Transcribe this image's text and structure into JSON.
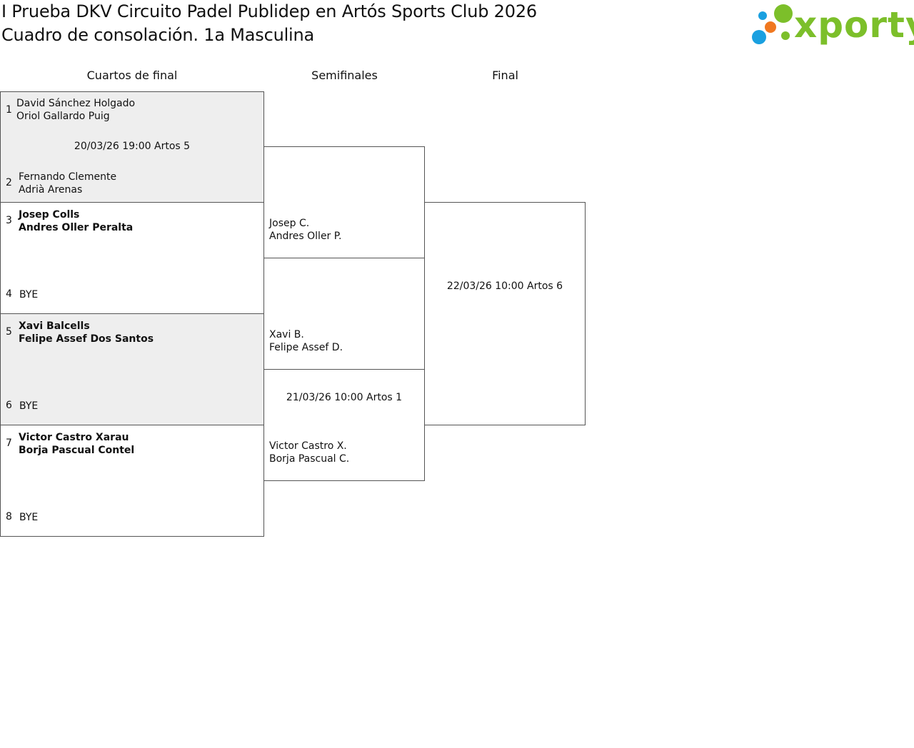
{
  "header": {
    "title_line1": "I Prueba DKV Circuito Padel Publidep en Artós Sports Club 2026",
    "title_line2": "Cuadro de consolación. 1a Masculina",
    "logo_text": "xporty"
  },
  "rounds": {
    "qf": "Cuartos de final",
    "sf": "Semifinales",
    "final": "Final"
  },
  "quarterfinals": [
    {
      "seed_a": "1",
      "a1": "David Sánchez Holgado",
      "a2": "Oriol Gallardo Puig",
      "schedule": "20/03/26 19:00 Artos 5",
      "seed_b": "2",
      "b1": "Fernando Clemente",
      "b2": "Adrià Arenas"
    },
    {
      "seed_a": "3",
      "a1": "Josep Colls",
      "a2": "Andres Oller Peralta",
      "seed_b": "4",
      "b1": "BYE"
    },
    {
      "seed_a": "5",
      "a1": "Xavi Balcells",
      "a2": "Felipe Assef Dos Santos",
      "seed_b": "6",
      "b1": "BYE"
    },
    {
      "seed_a": "7",
      "a1": "Victor Castro Xarau",
      "a2": "Borja Pascual Contel",
      "seed_b": "8",
      "b1": "BYE"
    }
  ],
  "semifinals": [
    {
      "t2_1": "Josep C.",
      "t2_2": "Andres Oller P."
    },
    {
      "t1_1": "Xavi B.",
      "t1_2": "Felipe Assef D.",
      "schedule": "21/03/26 10:00 Artos 1",
      "t2_1": "Victor Castro X.",
      "t2_2": "Borja Pascual C."
    }
  ],
  "final": {
    "schedule": "22/03/26 10:00 Artos 6"
  },
  "colors": {
    "logo_blue": "#1aa0e0",
    "logo_orange": "#f07820",
    "logo_green": "#7cbf2a",
    "match_grey": "#eeeeee"
  }
}
